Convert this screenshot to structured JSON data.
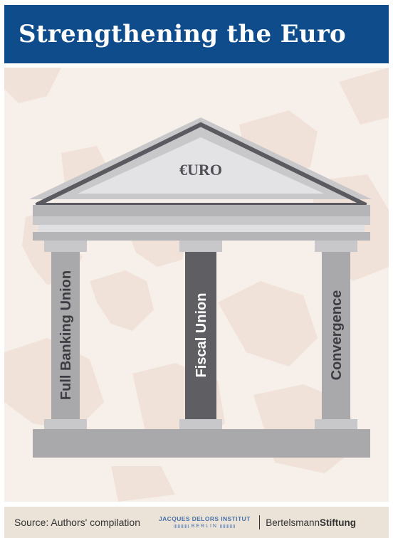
{
  "header": {
    "title": "Strengthening the Euro"
  },
  "diagram": {
    "roof_label": "€URO",
    "pillars": {
      "left": "Full Banking Union",
      "center": "Fiscal Union",
      "right": "Convergence"
    }
  },
  "footer": {
    "source": "Source: Authors' compilation",
    "jdi_top": "JACQUES DELORS INSTITUT",
    "jdi_bottom": "BERLIN",
    "bertelsmann_regular": "Bertelsmann",
    "bertelsmann_bold": "Stiftung"
  },
  "colors": {
    "header_bg": "#0f4c8b",
    "background": "#f7f0ea",
    "map": "#f0e2d8",
    "stone_light": "#c8c8ca",
    "stone_mid": "#a9a9ac",
    "roof_edge": "#5a5a60",
    "center_pillar": "#5e5e63",
    "footer_bg": "#ebe3d8"
  }
}
